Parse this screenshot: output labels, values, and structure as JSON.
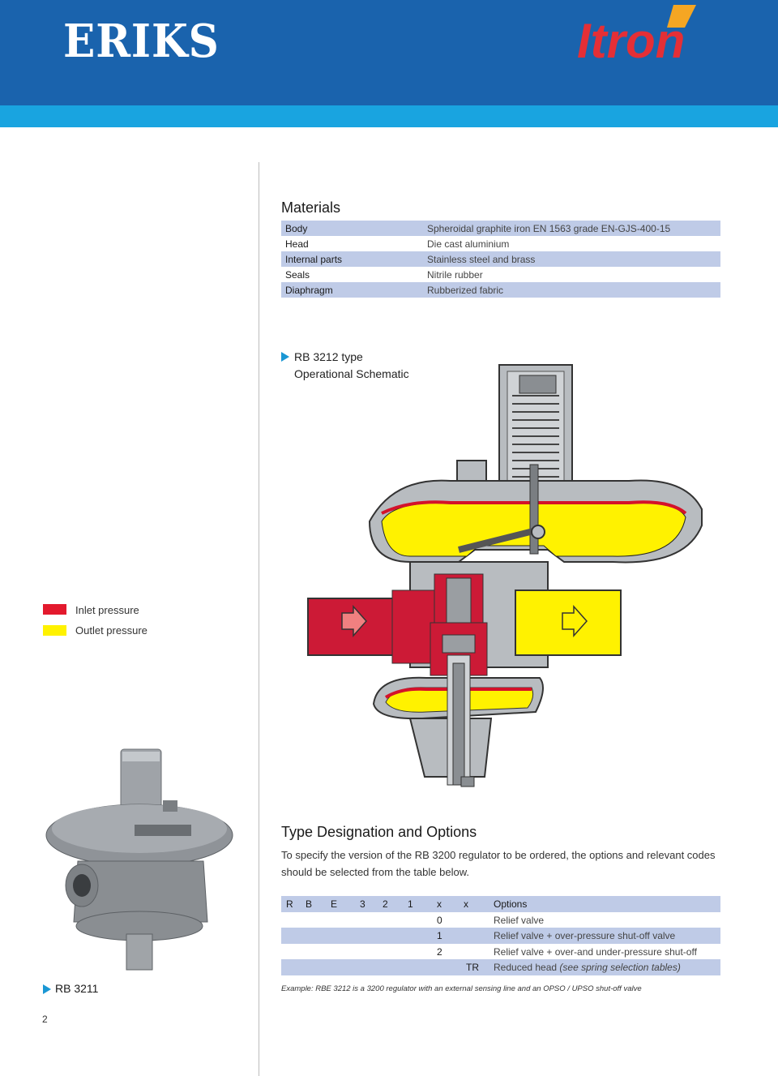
{
  "header": {
    "left_logo": "ERIKS",
    "right_logo": "Itron",
    "colors": {
      "band": "#1a63ad",
      "stripe": "#19a4e0",
      "itron_red": "#e42f36",
      "itron_orange": "#f5a623"
    }
  },
  "materials": {
    "title": "Materials",
    "rows": [
      {
        "name": "Body",
        "value": "Spheroidal graphite iron EN 1563 grade EN-GJS-400-15"
      },
      {
        "name": "Head",
        "value": "Die cast aluminium"
      },
      {
        "name": "Internal parts",
        "value": "Stainless steel and brass"
      },
      {
        "name": "Seals",
        "value": "Nitrile rubber"
      },
      {
        "name": "Diaphragm",
        "value": "Rubberized fabric"
      }
    ]
  },
  "schematic": {
    "title_line1": "RB 3212 type",
    "title_line2": "Operational Schematic",
    "icon": "play-arrow-icon"
  },
  "legend": {
    "inlet": {
      "label": "Inlet pressure",
      "color": "#e3192d"
    },
    "outlet": {
      "label": "Outlet pressure",
      "color": "#fff200"
    }
  },
  "type_designation": {
    "title": "Type Designation and Options",
    "intro": "To specify the version of the RB 3200 regulator to be ordered, the options and relevant codes should be selected from the table below.",
    "header_codes": [
      "R",
      "B",
      "E",
      "3",
      "2",
      "1",
      "x",
      "x"
    ],
    "header_options": "Options",
    "rows": [
      {
        "code": "0",
        "option": "Relief valve"
      },
      {
        "code": "1",
        "option": "Relief valve + over-pressure shut-off valve"
      },
      {
        "code": "2",
        "option": "Relief valve + over-and under-pressure shut-off valve"
      },
      {
        "code": "TR",
        "option": "Reduced head",
        "note": "(see spring selection tables)"
      }
    ],
    "example": "Example: RBE 3212 is a 3200  regulator with an  external sensing line and an OPSO / UPSO shut-off valve"
  },
  "photo_caption": "RB 3211",
  "page_number": "2"
}
